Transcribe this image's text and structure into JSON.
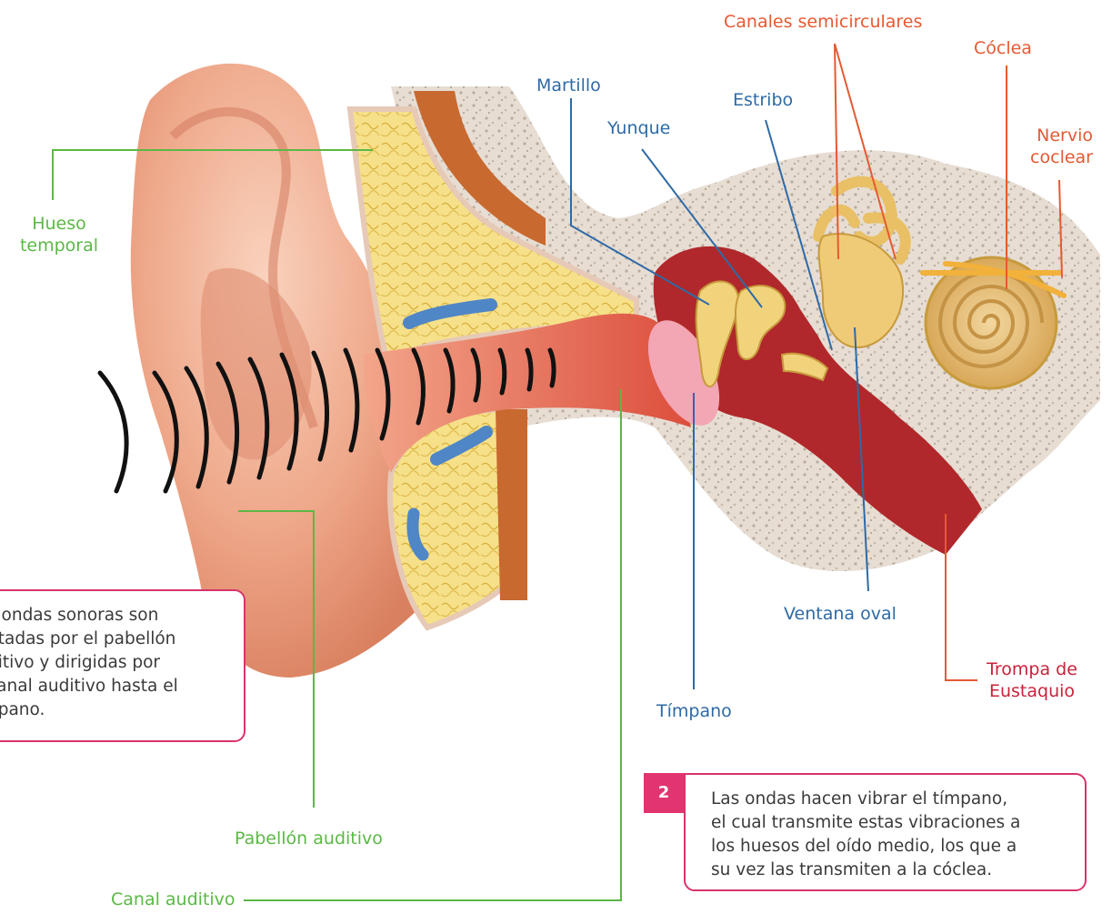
{
  "colors": {
    "green": "#5bb845",
    "blue": "#2e6aa6",
    "orange": "#e55a32",
    "pink": "#d8336c",
    "skin": "#f1b59a",
    "bone_yellow": "#f5df8a",
    "bone_gray": "#e7ddd3",
    "tissue_red": "#b0282b",
    "cochlea": "#e9c98a"
  },
  "labels": {
    "hueso_temporal": "Hueso\ntemporal",
    "pabellon_auditivo": "Pabellón auditivo",
    "canal_auditivo": "Canal auditivo",
    "martillo": "Martillo",
    "yunque": "Yunque",
    "estribo": "Estribo",
    "timpano": "Tímpano",
    "ventana_oval": "Ventana oval",
    "canales_semicirculares": "Canales semicirculares",
    "coclea": "Cóclea",
    "nervio_coclear": "Nervio\ncoclear",
    "trompa_eustaquio": "Trompa de\nEustaquio"
  },
  "boxes": {
    "box1_text": "s ondas sonoras son\nptadas por el pabellón\nditivo y dirigidas por\ncanal auditivo hasta el\nnpano.",
    "box2_number": "2",
    "box2_text": "Las ondas hacen vibrar el tímpano,\nel cual transmite estas vibraciones a\nlos huesos del oído medio, los que a\nsu vez las transmiten a la cóclea."
  }
}
